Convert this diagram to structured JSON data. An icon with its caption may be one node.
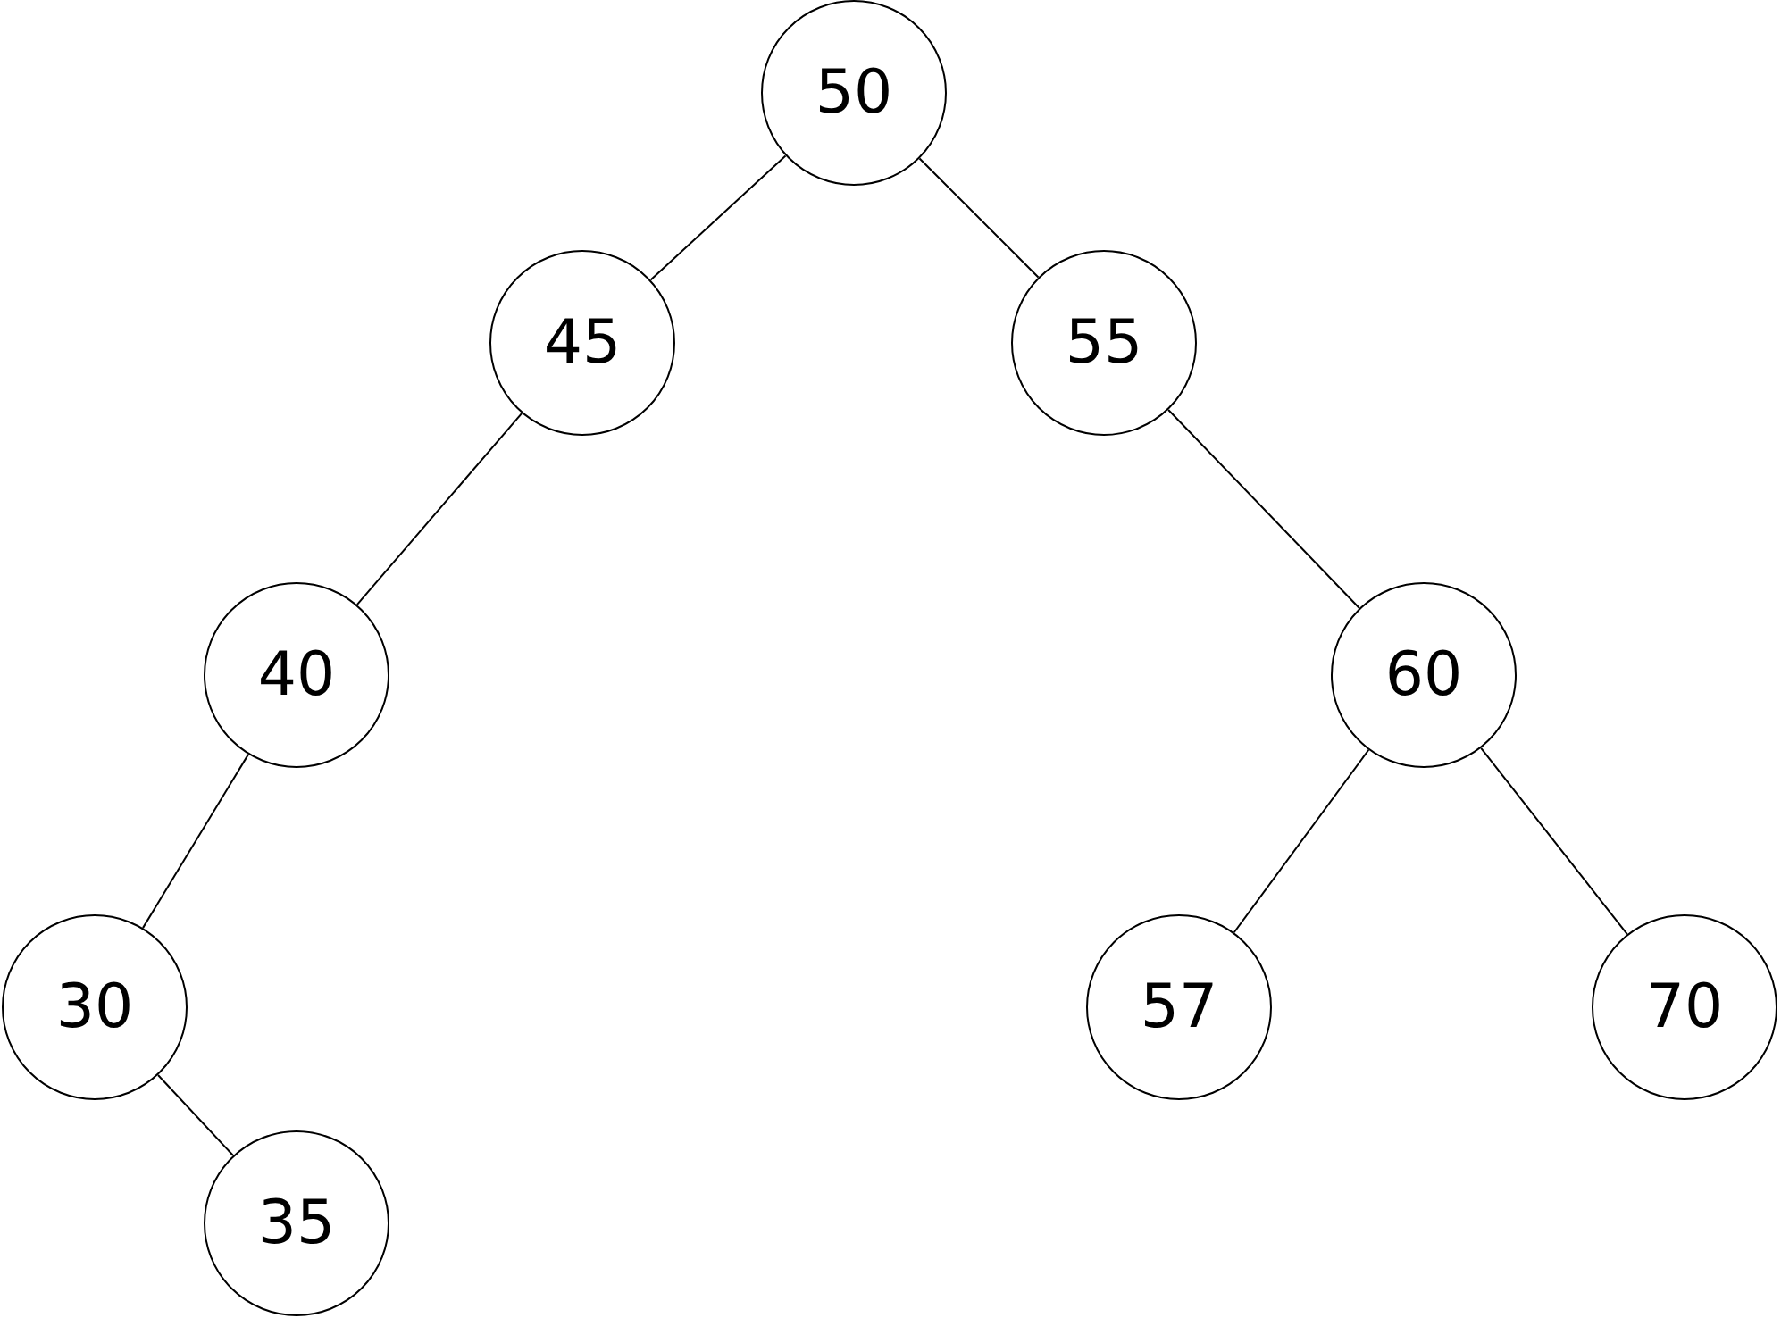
{
  "diagram": {
    "nodes": [
      {
        "text": [
          "50"
        ]
      },
      {
        "text": [
          "45"
        ]
      },
      {
        "text": [
          "55"
        ]
      },
      {
        "text": [
          "40"
        ]
      },
      {
        "text": [
          "60"
        ]
      },
      {
        "text": [
          "30"
        ]
      },
      {
        "text": [
          "57"
        ]
      },
      {
        "text": [
          "70"
        ]
      },
      {
        "text": [
          "35"
        ]
      }
    ],
    "edges": [
      {
        "from": 0,
        "to": 1,
        "arrow": "none"
      },
      {
        "from": 0,
        "to": 2,
        "arrow": "none"
      },
      {
        "from": 1,
        "to": 3,
        "arrow": "none"
      },
      {
        "from": 2,
        "to": 4,
        "arrow": "none"
      },
      {
        "from": 3,
        "to": 5,
        "arrow": "none"
      },
      {
        "from": 4,
        "to": 6,
        "arrow": "none"
      },
      {
        "from": 4,
        "to": 7,
        "arrow": "none"
      },
      {
        "from": 5,
        "to": 8,
        "arrow": "none"
      }
    ]
  }
}
